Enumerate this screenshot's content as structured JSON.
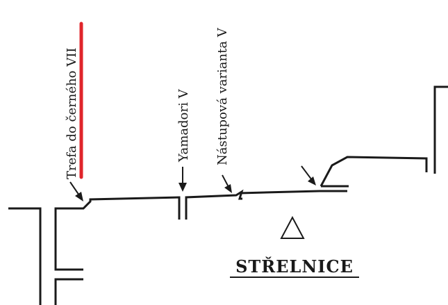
{
  "routes": [
    {
      "name": "Trefa do černého VII",
      "color": "#e0252b"
    },
    {
      "name": "Yamadori V"
    },
    {
      "name": "Nástupová varianta V"
    }
  ],
  "sector": {
    "name": "STŘELNICE",
    "icon": "triangle-outline-icon"
  },
  "colors": {
    "walls": "#1a1a1a",
    "highlighted_route": "#e0252b",
    "background": "#ffffff"
  }
}
